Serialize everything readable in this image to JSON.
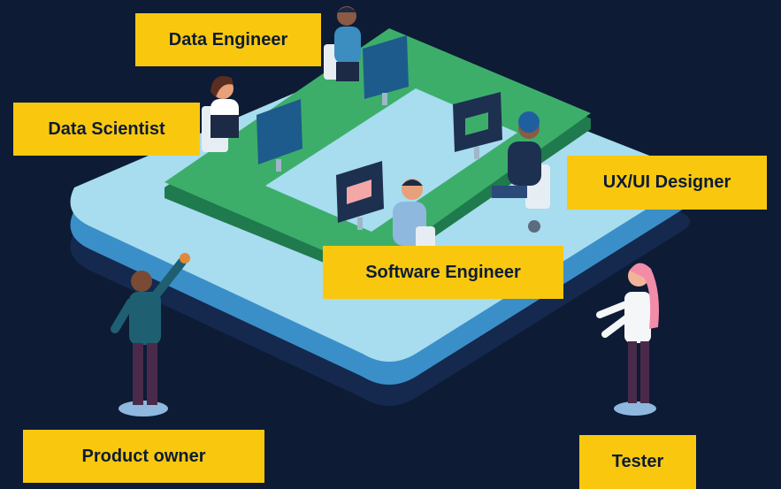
{
  "background_color": "#0d1b35",
  "label_color": "#f9c80e",
  "labels": {
    "data_engineer": "Data Engineer",
    "data_scientist": "Data Scientist",
    "ux_ui_designer": "UX/UI Designer",
    "software_engineer": "Software Engineer",
    "product_owner": "Product owner",
    "tester": "Tester"
  }
}
